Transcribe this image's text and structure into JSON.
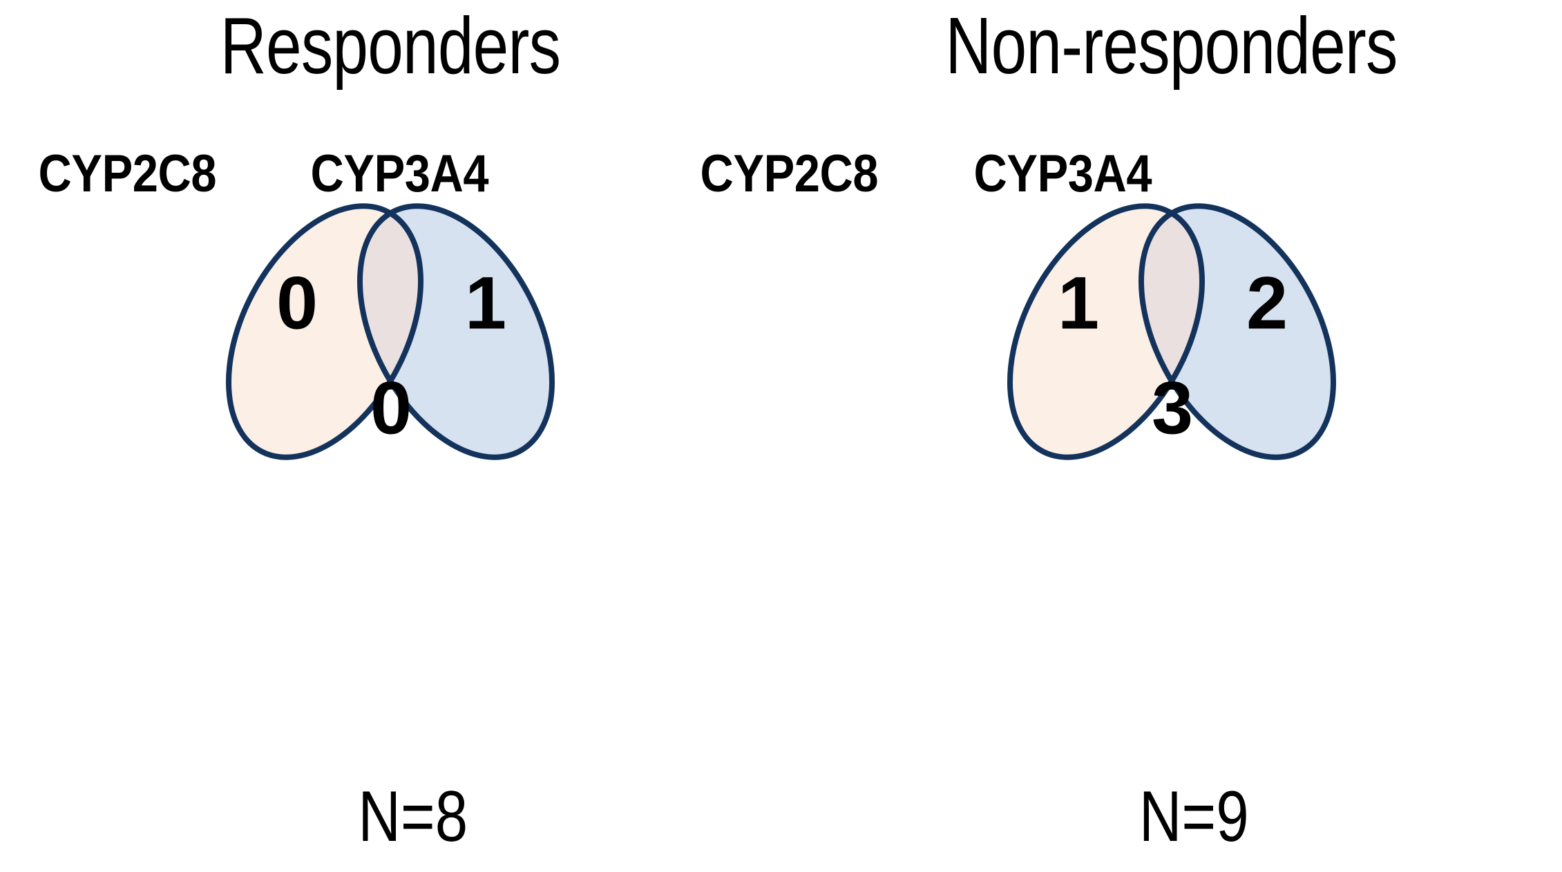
{
  "figure": {
    "background_color": "#FFFFFF",
    "type": "two-set-venn-pair"
  },
  "palette": {
    "set_a_fill": "#FCEFE6",
    "set_b_fill": "#D6E2F0",
    "intersection_fill": "#EBE0E0",
    "outline_navy": "#13335C",
    "inner_gray_edge": "#8C8C96",
    "text_black": "#000000"
  },
  "panels": [
    {
      "id": "responders",
      "title": "Responders",
      "set_a_label": "CYP2C8",
      "set_b_label": "CYP3A4",
      "counts": {
        "a_only": "0",
        "b_only": "1",
        "intersection": "0"
      },
      "total_label": "N=8"
    },
    {
      "id": "non-responders",
      "title": "Non-responders",
      "set_a_label": "CYP2C8",
      "set_b_label": "CYP3A4",
      "counts": {
        "a_only": "1",
        "b_only": "2",
        "intersection": "3"
      },
      "total_label": "N=9"
    }
  ],
  "chart_data": {
    "type": "venn",
    "title": "CYP2C8 and CYP3A4 variant carriers in responders vs non-responders",
    "sets": [
      "CYP2C8",
      "CYP3A4"
    ],
    "groups": [
      {
        "name": "Responders",
        "n_total": 8,
        "regions": {
          "CYP2C8_only": 0,
          "CYP3A4_only": 1,
          "CYP2C8_and_CYP3A4": 0
        }
      },
      {
        "name": "Non-responders",
        "n_total": 9,
        "regions": {
          "CYP2C8_only": 1,
          "CYP3A4_only": 2,
          "CYP2C8_and_CYP3A4": 3
        }
      }
    ],
    "legend": null,
    "grid": false
  }
}
